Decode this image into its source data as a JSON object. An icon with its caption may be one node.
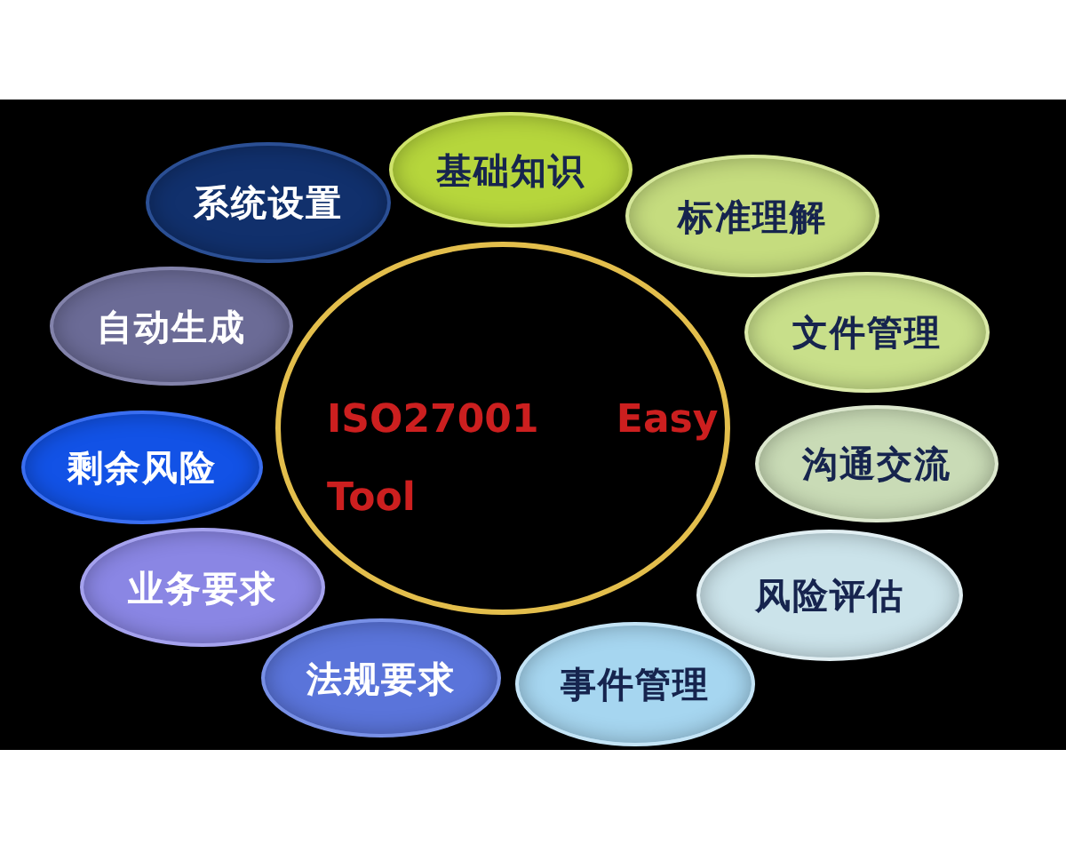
{
  "diagram": {
    "nodes": [
      {
        "text": [
          "系统设置"
        ]
      },
      {
        "text": [
          "基础知识"
        ]
      },
      {
        "text": [
          "标准理解"
        ]
      },
      {
        "text": [
          "自动生成"
        ]
      },
      {
        "text": [
          "ISO27001 Easy Tool"
        ]
      },
      {
        "text": [
          "文件管理"
        ]
      },
      {
        "text": [
          "剩余风险"
        ]
      },
      {
        "text": [
          "沟通交流"
        ]
      },
      {
        "text": [
          "业务要求"
        ]
      },
      {
        "text": [
          "风险评估"
        ]
      },
      {
        "text": [
          "法规要求"
        ]
      },
      {
        "text": [
          "事件管理"
        ]
      }
    ]
  }
}
